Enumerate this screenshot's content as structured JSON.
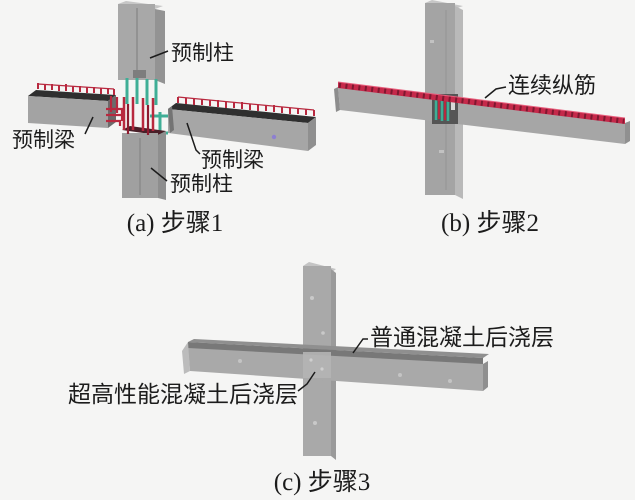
{
  "figure": {
    "description": "Three-step assembly diagram of a precast concrete beam-column joint",
    "panel_a": {
      "caption": "(a) 步骤1",
      "labels": {
        "top_column": "预制柱",
        "left_beam": "预制梁",
        "right_beam": "预制梁",
        "bottom_column": "预制柱"
      }
    },
    "panel_b": {
      "caption": "(b) 步骤2",
      "labels": {
        "continuous_rebar": "连续纵筋"
      }
    },
    "panel_c": {
      "caption": "(c) 步骤3",
      "labels": {
        "normal_layer": "普通混凝土后浇层",
        "uhpc_layer": "超高性能混凝土后浇层"
      }
    },
    "colors": {
      "background": "#f5f5f4",
      "concrete_front": "#a6a6a6",
      "concrete_side_light": "#bdbdbd",
      "concrete_side_dark": "#8f8f8f",
      "beam_top_dark": "#2f2f2f",
      "postcast_strip": "#787878",
      "rebar_red": "#b8293f",
      "rebar_red_bright": "#c5294a",
      "rebar_teal": "#3fae96",
      "text": "#1c1c1c"
    }
  }
}
